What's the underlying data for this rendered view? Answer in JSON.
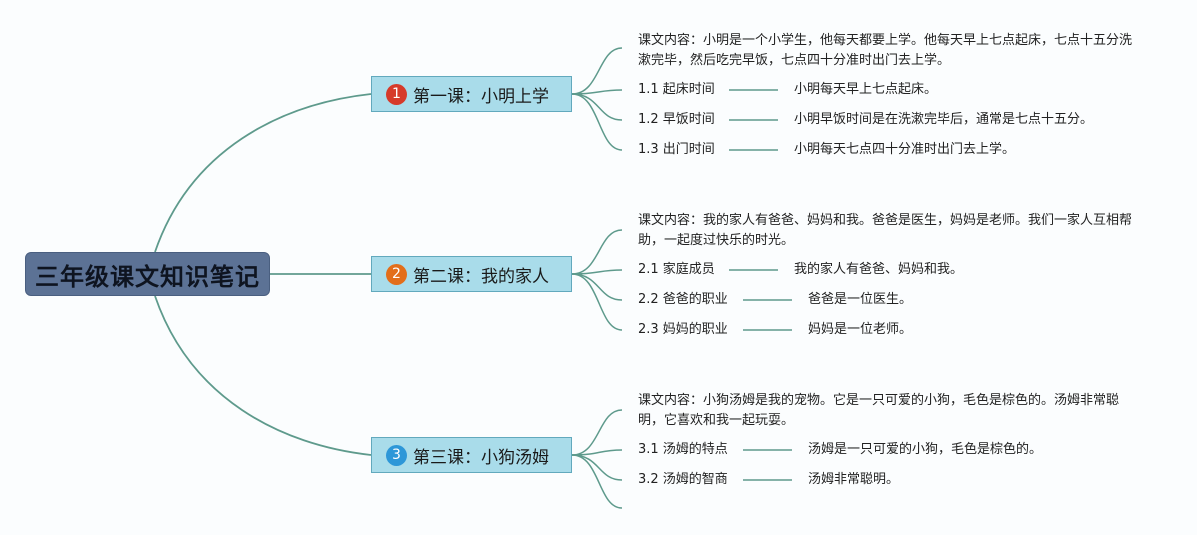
{
  "root": {
    "title": "三年级课文知识笔记"
  },
  "colors": {
    "link": "#5e9a8c",
    "root_fill": "#5c7295",
    "lesson_fill": "#a9dcea",
    "badge_1": "#d63a2a",
    "badge_2": "#e36e1a",
    "badge_3": "#2d97d8"
  },
  "lessons": [
    {
      "badge": "1",
      "label": "第一课：小明上学",
      "content": "课文内容：小明是一个小学生，他每天都要上学。他每天早上七点起床，七点十五分洗漱完毕，然后吃完早饭，七点四十分准时出门去上学。",
      "items": [
        {
          "label": "1.1 起床时间",
          "detail": "小明每天早上七点起床。"
        },
        {
          "label": "1.2 早饭时间",
          "detail": "小明早饭时间是在洗漱完毕后，通常是七点十五分。"
        },
        {
          "label": "1.3 出门时间",
          "detail": "小明每天七点四十分准时出门去上学。"
        }
      ]
    },
    {
      "badge": "2",
      "label": "第二课：我的家人",
      "content": "课文内容：我的家人有爸爸、妈妈和我。爸爸是医生，妈妈是老师。我们一家人互相帮助，一起度过快乐的时光。",
      "items": [
        {
          "label": "2.1 家庭成员",
          "detail": "我的家人有爸爸、妈妈和我。"
        },
        {
          "label": "2.2 爸爸的职业",
          "detail": "爸爸是一位医生。"
        },
        {
          "label": "2.3 妈妈的职业",
          "detail": "妈妈是一位老师。"
        }
      ]
    },
    {
      "badge": "3",
      "label": "第三课：小狗汤姆",
      "content": "课文内容：小狗汤姆是我的宠物。它是一只可爱的小狗，毛色是棕色的。汤姆非常聪明，它喜欢和我一起玩耍。",
      "items": [
        {
          "label": "3.1 汤姆的特点",
          "detail": "汤姆是一只可爱的小狗，毛色是棕色的。"
        },
        {
          "label": "3.2 汤姆的智商",
          "detail": "汤姆非常聪明。"
        }
      ]
    }
  ]
}
